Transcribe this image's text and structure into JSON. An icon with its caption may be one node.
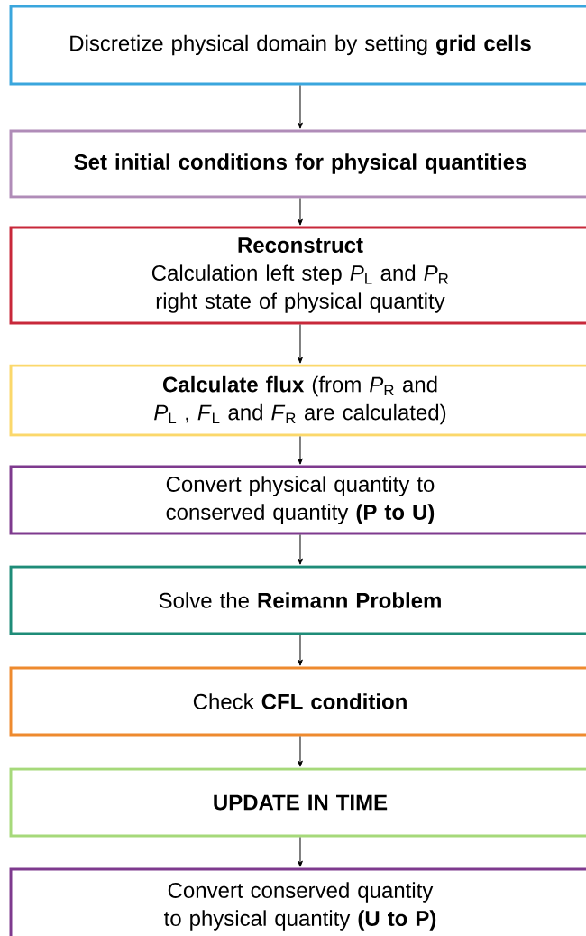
{
  "diagram": {
    "nodes": [
      {
        "text": [
          "Discretize physical domain by setting **grid cells**"
        ]
      },
      {
        "text": [
          "Set initial conditions for physical quantities"
        ]
      },
      {
        "text": [
          "Reconstruct",
          "Calculation left step *P*$_{L}$ and *P*$_{R}$ right state of physical quantity"
        ]
      },
      {
        "text": [
          "**Calculate flux** (from *P*$_{R}$ and *P*$_{L}$ , *F*$_{L}$ and *F*$_{R}$ are calculated)"
        ]
      },
      {
        "text": [
          "Convert physical quantity to conserved quantity **(P to U)**"
        ]
      },
      {
        "text": [
          "Solve the **Reimann Problem**"
        ]
      },
      {
        "text": [
          "Check **CFL condition**"
        ]
      },
      {
        "text": [
          "UPDATE IN TIME"
        ]
      },
      {
        "text": [
          "Convert conserved quantity to physical quantity **(U to P)**"
        ]
      }
    ],
    "edges": [
      {
        "from": 0,
        "to": 1,
        "arrow": "to"
      },
      {
        "from": 1,
        "to": 2,
        "arrow": "to"
      },
      {
        "from": 2,
        "to": 3,
        "arrow": "to"
      },
      {
        "from": 3,
        "to": 4,
        "arrow": "to"
      },
      {
        "from": 4,
        "to": 5,
        "arrow": "to"
      },
      {
        "from": 5,
        "to": 6,
        "arrow": "to"
      },
      {
        "from": 6,
        "to": 7,
        "arrow": "to"
      },
      {
        "from": 7,
        "to": 8,
        "arrow": "to"
      }
    ]
  }
}
